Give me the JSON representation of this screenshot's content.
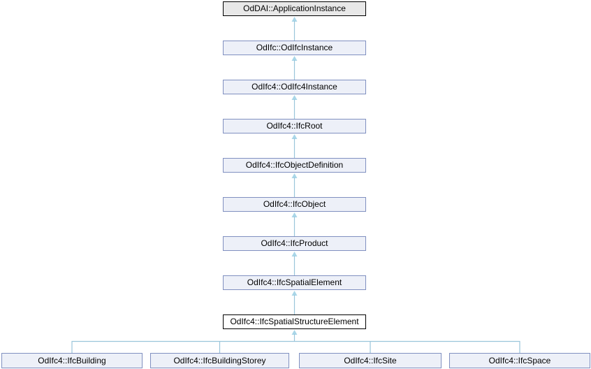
{
  "diagram": {
    "kind": "class-inheritance-graph",
    "nodes": [
      {
        "label": "OdDAI::ApplicationInstance",
        "type": "external"
      },
      {
        "label": "OdIfc::OdIfcInstance",
        "type": "linked"
      },
      {
        "label": "OdIfc4::OdIfc4Instance",
        "type": "linked"
      },
      {
        "label": "OdIfc4::IfcRoot",
        "type": "linked"
      },
      {
        "label": "OdIfc4::IfcObjectDefinition",
        "type": "linked"
      },
      {
        "label": "OdIfc4::IfcObject",
        "type": "linked"
      },
      {
        "label": "OdIfc4::IfcProduct",
        "type": "linked"
      },
      {
        "label": "OdIfc4::IfcSpatialElement",
        "type": "linked"
      },
      {
        "label": "OdIfc4::IfcSpatialStructureElement",
        "type": "current"
      },
      {
        "label": "OdIfc4::IfcBuilding",
        "type": "linked"
      },
      {
        "label": "OdIfc4::IfcBuildingStorey",
        "type": "linked"
      },
      {
        "label": "OdIfc4::IfcSite",
        "type": "linked"
      },
      {
        "label": "OdIfc4::IfcSpace",
        "type": "linked"
      }
    ]
  },
  "colors": {
    "edge": "#9ac5da",
    "arrowhead": "#a9d6e8",
    "node-border": "#8090c0",
    "node-fill": "#edf0f8",
    "external-fill": "#e8e8e8",
    "current-fill": "#ffffff",
    "outline": "#000000",
    "text": "#000000",
    "background": "#ffffff"
  }
}
